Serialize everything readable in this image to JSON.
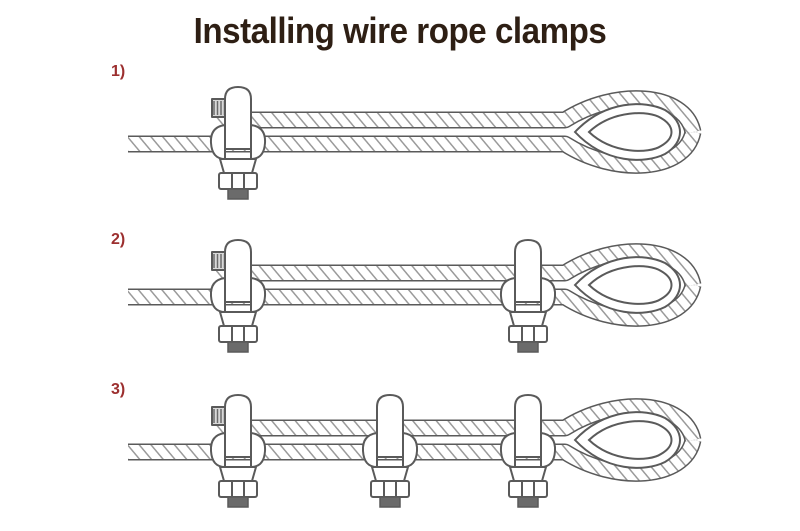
{
  "title": "Installing wire rope clamps",
  "colors": {
    "title": "#2e1f14",
    "step_label": "#9c2f2f",
    "outline": "#5a5a5a",
    "strand": "#9a9a9a",
    "metal": "#ffffff",
    "thread": "#6b6b6b"
  },
  "steps": [
    {
      "label": "1)",
      "clamp_count": 1
    },
    {
      "label": "2)",
      "clamp_count": 2
    },
    {
      "label": "3)",
      "clamp_count": 3
    }
  ],
  "icons": [
    "wire-rope",
    "thimble",
    "u-bolt-clamp",
    "hex-nut"
  ]
}
